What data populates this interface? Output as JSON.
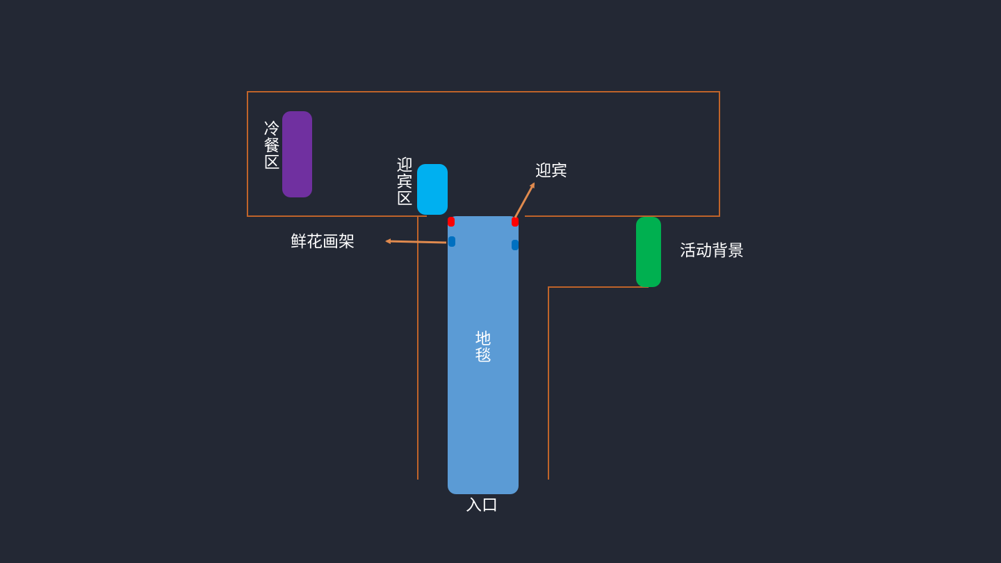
{
  "colors": {
    "background": "#232834",
    "wall": "#c0642a",
    "arrow": "#e08a4e",
    "cold_food_zone": "#7030a0",
    "reception_zone": "#00b0f0",
    "carpet": "#5b9bd5",
    "event_backdrop": "#00b050",
    "red_marker": "#ff0000",
    "blue_marker": "#0070c0",
    "text": "#ffffff"
  },
  "labels": {
    "cold_food_zone": "冷餐区",
    "reception_zone": "迎宾区",
    "greeter": "迎宾",
    "flower_stand": "鲜花画架",
    "event_backdrop": "活动背景",
    "carpet": "地毯",
    "entrance": "入口"
  }
}
